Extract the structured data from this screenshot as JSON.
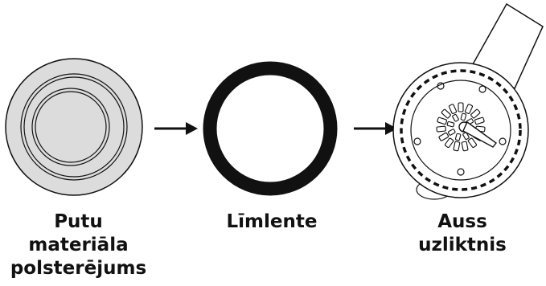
{
  "labels": {
    "foam_line1": "Putu",
    "foam_line2": "materiāla",
    "foam_line3": "polsterējums",
    "tape": "Līmlente",
    "ear_line1": "Auss",
    "ear_line2": "uzliktnis"
  },
  "colors": {
    "foam_fill": "#dcdcdc",
    "stroke": "#111111"
  },
  "icons": [
    "foam-pad-icon",
    "tape-ring-icon",
    "ear-cushion-icon",
    "arrow-right-icon"
  ]
}
